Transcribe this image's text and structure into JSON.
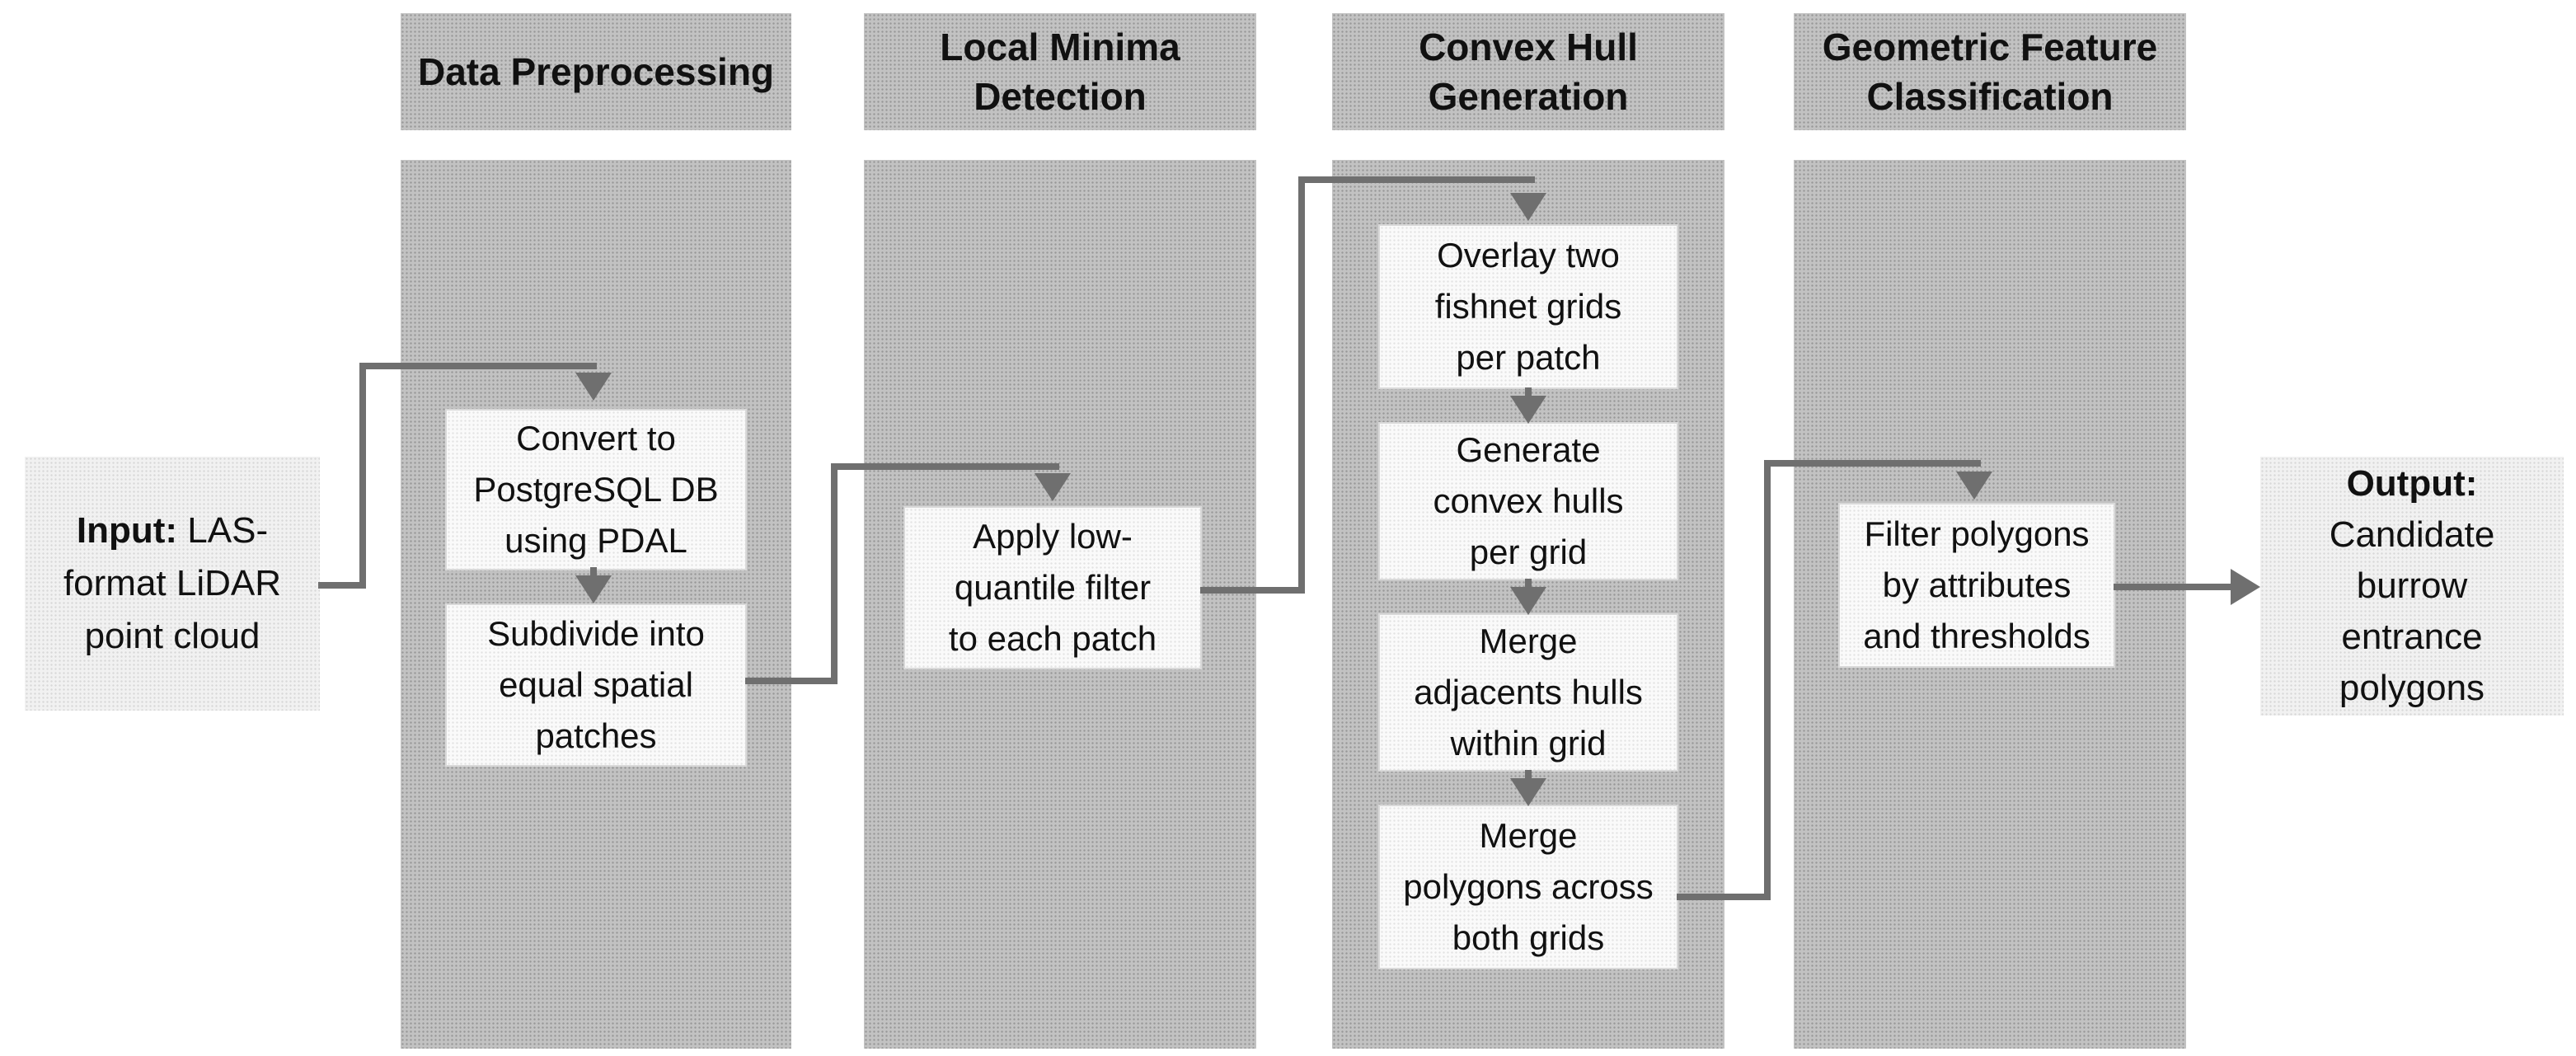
{
  "diagram": {
    "type": "flowchart",
    "columns": [
      {
        "title": "Data Preprocessing",
        "steps": [
          "Convert to\nPostgreSQL DB\nusing PDAL",
          "Subdivide into\nequal spatial\npatches"
        ]
      },
      {
        "title": "Local Minima\nDetection",
        "steps": [
          "Apply low-\nquantile filter\nto each patch"
        ]
      },
      {
        "title": "Convex Hull\nGeneration",
        "steps": [
          "Overlay two\nfishnet grids\nper patch",
          "Generate\nconvex hulls\nper grid",
          "Merge\nadjacents hulls\nwithin grid",
          "Merge\npolygons across\nboth grids"
        ]
      },
      {
        "title": "Geometric Feature\nClassification",
        "steps": [
          "Filter polygons\nby attributes\nand thresholds"
        ]
      }
    ],
    "input": {
      "prefix": "Input:",
      "text": " LAS-\nformat LiDAR\npoint cloud"
    },
    "output": {
      "prefix": "Output:",
      "text": "\nCandidate\nburrow\nentrance\npolygons"
    },
    "colors": {
      "column_fill": "#c2c2c2",
      "step_fill": "#fafafa",
      "terminal_fill": "#f1f1f1",
      "connector": "#6f6f6f",
      "text": "#111111"
    }
  }
}
